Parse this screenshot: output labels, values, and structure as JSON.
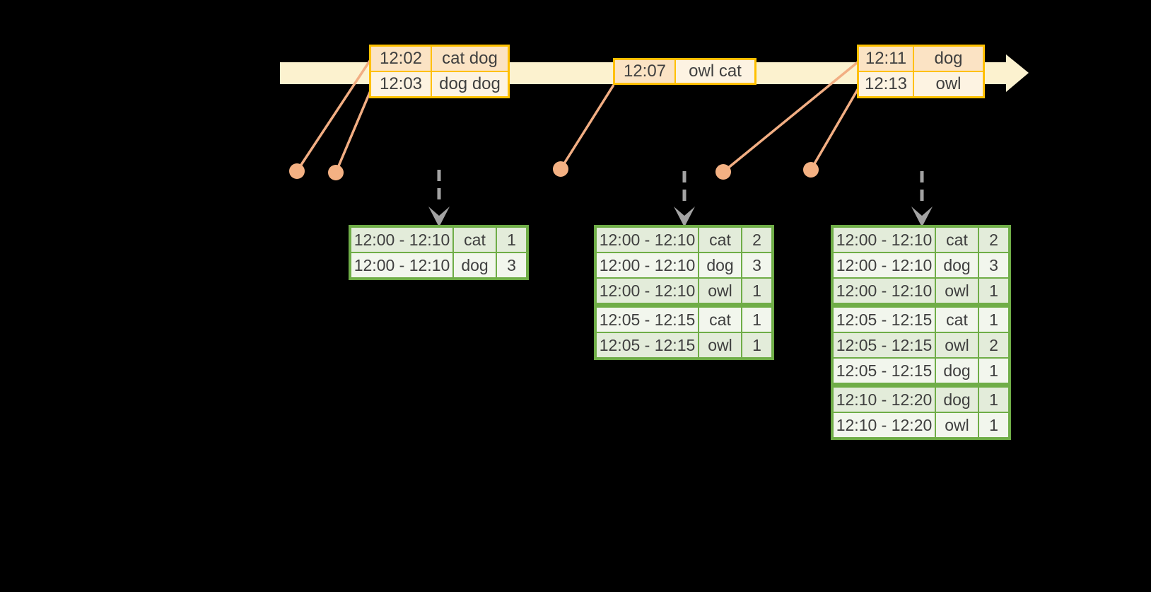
{
  "timeline": {
    "event_boxes": [
      {
        "rows": [
          {
            "time": "12:02",
            "words": "cat dog"
          },
          {
            "time": "12:03",
            "words": "dog dog"
          }
        ]
      },
      {
        "rows": [
          {
            "time": "12:07",
            "words": "owl cat"
          }
        ]
      },
      {
        "rows": [
          {
            "time": "12:11",
            "words": "dog"
          },
          {
            "time": "12:13",
            "words": "owl"
          }
        ]
      }
    ]
  },
  "result_tables": [
    {
      "rows": [
        [
          "12:00 - 12:10",
          "cat",
          "1"
        ],
        [
          "12:00 - 12:10",
          "dog",
          "3"
        ]
      ]
    },
    {
      "rows": [
        [
          "12:00 - 12:10",
          "cat",
          "2"
        ],
        [
          "12:00 - 12:10",
          "dog",
          "3"
        ],
        [
          "12:00 - 12:10",
          "owl",
          "1"
        ],
        [
          "12:05 - 12:15",
          "cat",
          "1"
        ],
        [
          "12:05 - 12:15",
          "owl",
          "1"
        ]
      ]
    },
    {
      "rows": [
        [
          "12:00 - 12:10",
          "cat",
          "2"
        ],
        [
          "12:00 - 12:10",
          "dog",
          "3"
        ],
        [
          "12:00 - 12:10",
          "owl",
          "1"
        ],
        [
          "12:05 - 12:15",
          "cat",
          "1"
        ],
        [
          "12:05 - 12:15",
          "owl",
          "2"
        ],
        [
          "12:05 - 12:15",
          "dog",
          "1"
        ],
        [
          "12:10 - 12:20",
          "dog",
          "1"
        ],
        [
          "12:10 - 12:20",
          "owl",
          "1"
        ]
      ]
    }
  ],
  "colors": {
    "background": "#000000",
    "timeline_band": "#FCF2CF",
    "event_border": "#FFC000",
    "event_fill_dark": "#FBE3C4",
    "event_fill_light": "#FDF3E2",
    "connector_and_dots": "#F2AE83",
    "table_border": "#6FAD47",
    "table_fill_dark": "#E3ECDA",
    "table_fill_light": "#F2F6ED",
    "trigger_arrow": "#A3A3A3",
    "text": "#3F3F3F"
  }
}
